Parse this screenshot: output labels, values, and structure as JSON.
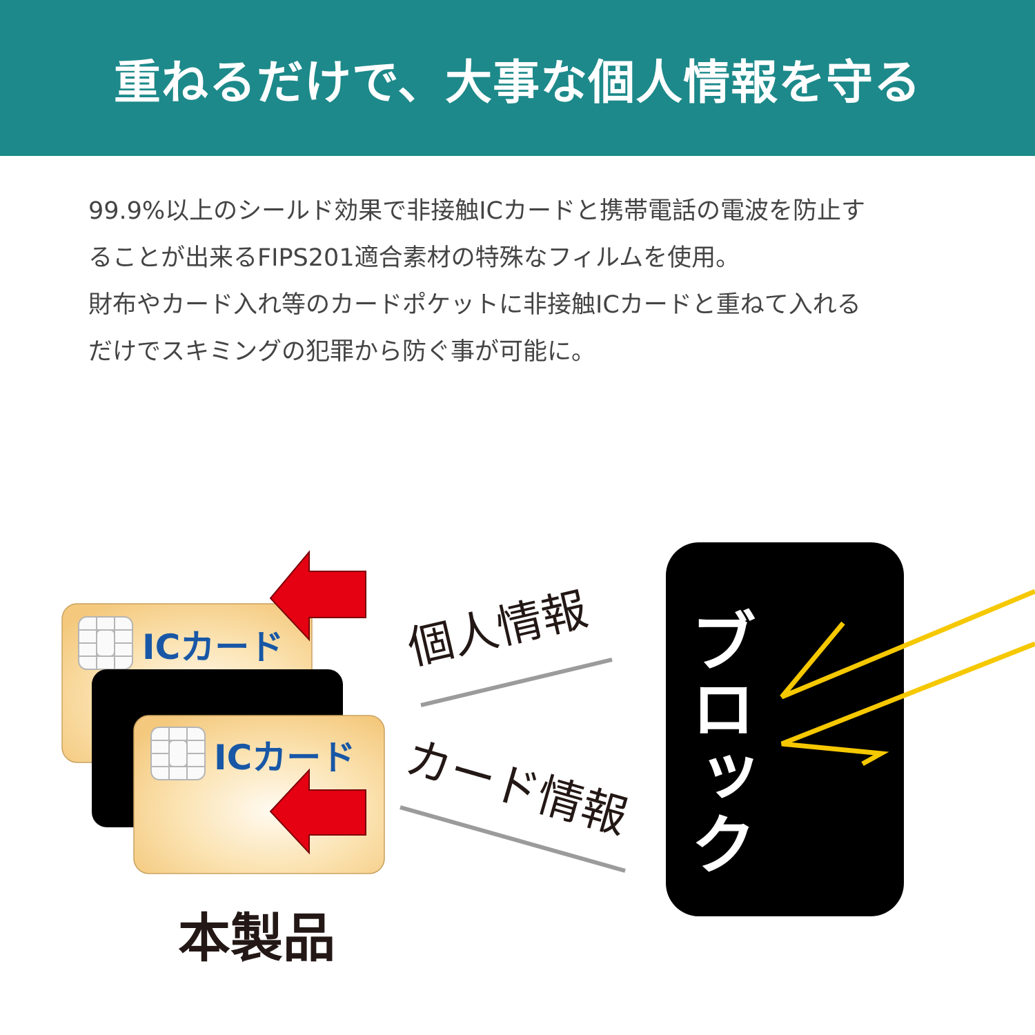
{
  "header": {
    "title": "重ねるだけで、大事な個人情報を守る"
  },
  "description": {
    "lines": [
      "99.9%以上のシールド効果で非接触ICカードと携帯電話の電波を防止す",
      "ることが出来るFIPS201適合素材の特殊なフィルムを使用。",
      "財布やカード入れ等のカードポケットに非接触ICカードと重ねて入れる",
      "だけでスキミングの犯罪から防ぐ事が可能に。"
    ]
  },
  "diagram": {
    "card_label_top": "ICカード",
    "card_label_bottom": "ICカード",
    "product_label": "本製品",
    "personal_info_label": "個人情報",
    "card_info_label": "カード情報",
    "block_label": "ブロック"
  },
  "colors": {
    "header_bg": "#1d898a",
    "arrow_red": "#e50012",
    "signal_yellow": "#f5c800",
    "card_gold": "#f6d08a",
    "card_text_blue": "#1857a6"
  }
}
